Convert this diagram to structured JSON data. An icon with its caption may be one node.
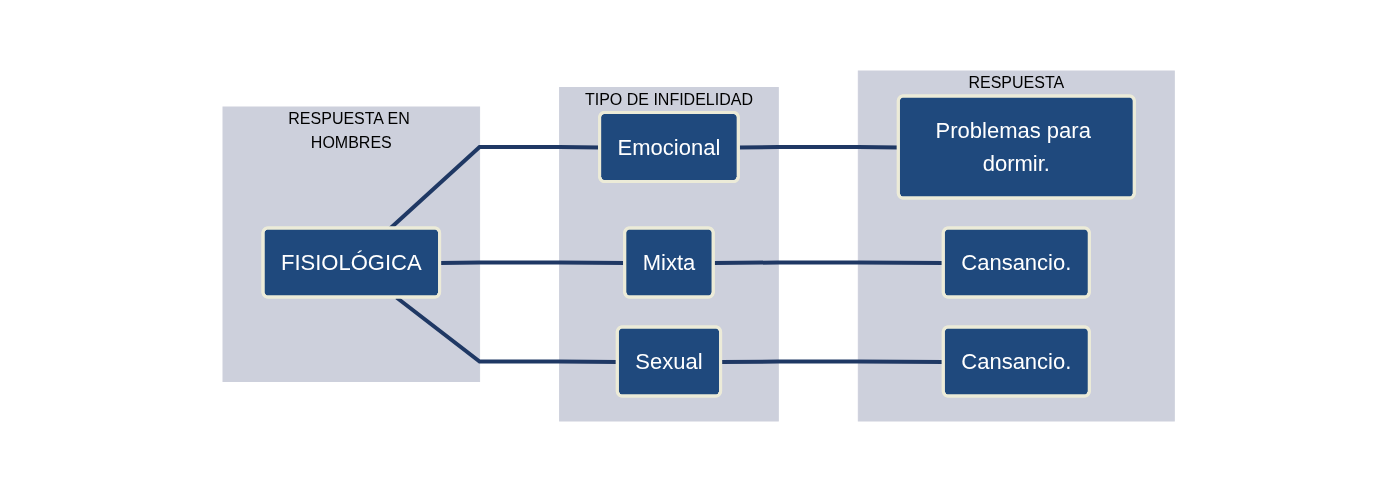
{
  "diagram": {
    "nodes": [
      {
        "text": [
          "RESPUESTA EN HOMBRES"
        ]
      },
      {
        "text": [
          "FISIOLÓGICA"
        ],
        "in": 0
      },
      {
        "text": [
          "TIPO DE INFIDELIDAD"
        ]
      },
      {
        "text": [
          "Emocional"
        ],
        "in": 2
      },
      {
        "text": [
          "Mixta"
        ],
        "in": 2
      },
      {
        "text": [
          "Sexual"
        ],
        "in": 2
      },
      {
        "text": [
          "RESPUESTA"
        ]
      },
      {
        "text": [
          "Problemas para dormir."
        ],
        "in": 6
      },
      {
        "text": [
          "Cansancio."
        ],
        "in": 6
      },
      {
        "text": [
          "Cansancio."
        ],
        "in": 6
      }
    ],
    "edges": [
      {
        "from": 1,
        "to": 3,
        "arrow": "none"
      },
      {
        "from": 1,
        "to": 4,
        "arrow": "none"
      },
      {
        "from": 1,
        "to": 5,
        "arrow": "none"
      },
      {
        "from": 3,
        "to": 7,
        "arrow": "none"
      },
      {
        "from": 4,
        "to": 8,
        "arrow": "none"
      },
      {
        "from": 5,
        "to": 9,
        "arrow": "none"
      }
    ]
  }
}
